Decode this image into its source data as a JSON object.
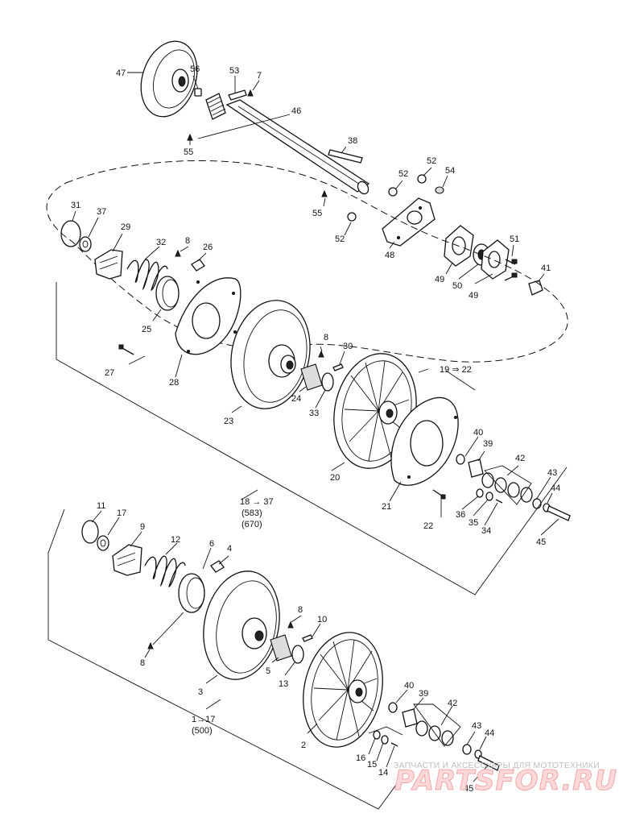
{
  "labels": {
    "p47": "47",
    "p56": "56",
    "p53": "53",
    "p7a": "7",
    "p46": "46",
    "p55a": "55",
    "p38": "38",
    "p52a": "52",
    "p52b": "52",
    "p54": "54",
    "p55b": "55",
    "p52c": "52",
    "p48": "48",
    "p51": "51",
    "p49a": "49",
    "p50": "50",
    "p49b": "49",
    "p41a": "41",
    "p31": "31",
    "p37": "37",
    "p29": "29",
    "p32": "32",
    "p8a": "8",
    "p26": "26",
    "p25": "25",
    "p27": "27",
    "p28": "28",
    "p23": "23",
    "p8b": "8",
    "p30": "30",
    "p24": "24",
    "p33": "33",
    "p19_22": "19 ⇒ 22",
    "p20": "20",
    "p21": "21",
    "p40a": "40",
    "p39a": "39",
    "p42a": "42",
    "p43a": "43",
    "p44a": "44",
    "p45a": "45",
    "p36": "36",
    "p35": "35",
    "p34": "34",
    "p22": "22",
    "p18_37": "18 → 37",
    "p583": "(583)",
    "p670": "(670)",
    "p11": "11",
    "p17": "17",
    "p9": "9",
    "p12": "12",
    "p6": "6",
    "p4": "4",
    "p8c": "8",
    "p8d": "8",
    "p10": "10",
    "p5": "5",
    "p13": "13",
    "p3": "3",
    "p2": "2",
    "p40b": "40",
    "p39b": "39",
    "p42b": "42",
    "p43b": "43",
    "p44b": "44",
    "p16": "16",
    "p15": "15",
    "p14": "14",
    "p45b": "45",
    "p1_17": "1→17",
    "p500": "(500)"
  },
  "watermark": {
    "tagline": "ЗАПЧАСТИ И АКСЕССУАРЫ ДЛЯ МОТОТЕХНИКИ",
    "brand": "PARTSFOR.RU"
  }
}
